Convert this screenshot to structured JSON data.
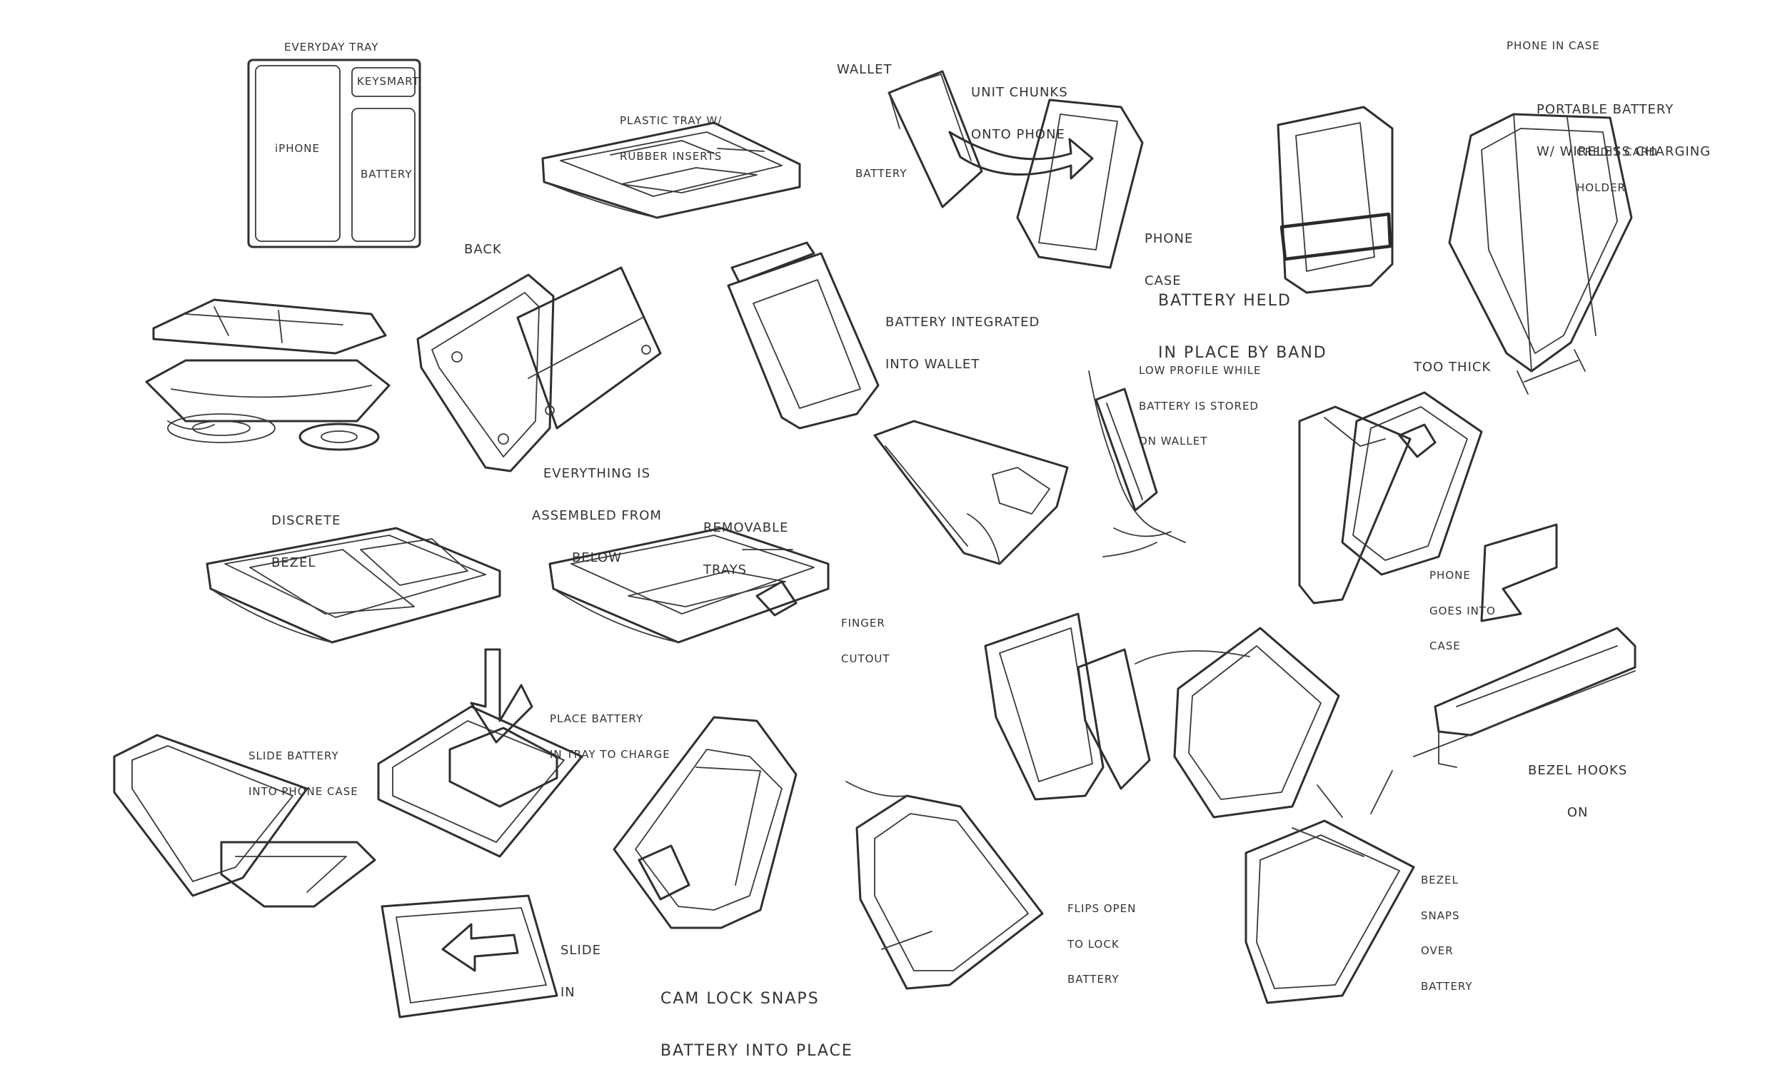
{
  "labels": {
    "everyday_tray": "EVERYDAY TRAY",
    "keysmart": "KEYSMART",
    "iphone": "iPHONE",
    "battery_slot": "BATTERY",
    "plastic_tray_1": "PLASTIC TRAY W/",
    "plastic_tray_2": "RUBBER INSERTS",
    "wallet": "WALLET",
    "unit_chunks_1": "UNIT CHUNKS",
    "unit_chunks_2": "ONTO PHONE",
    "battery_side": "BATTERY",
    "phone_case_1": "PHONE",
    "phone_case_2": "CASE",
    "band_1": "BATTERY HELD",
    "band_2": "IN PLACE BY BAND",
    "phone_in_case": "PHONE IN CASE",
    "portable_1": "PORTABLE BATTERY",
    "portable_2": "W/ WIRELESS CHARGING",
    "credit_1": "CREDIT CARD",
    "credit_2": "HOLDER",
    "too_thick": "TOO THICK",
    "back": "BACK",
    "assembled_1": "EVERYTHING IS",
    "assembled_2": "ASSEMBLED FROM",
    "assembled_3": "BELOW",
    "integrated_1": "BATTERY INTEGRATED",
    "integrated_2": "INTO WALLET",
    "low_1": "LOW PROFILE WHILE",
    "low_2": "BATTERY IS STORED",
    "low_3": "ON WALLET",
    "discrete_1": "DISCRETE",
    "discrete_2": "BEZEL",
    "removable_1": "REMOVABLE",
    "removable_2": "TRAYS",
    "finger_1": "FINGER",
    "finger_2": "CUTOUT",
    "goes_1": "PHONE",
    "goes_2": "GOES INTO",
    "goes_3": "CASE",
    "slide_batt_1": "SLIDE BATTERY",
    "slide_batt_2": "INTO PHONE CASE",
    "place_1": "PLACE BATTERY",
    "place_2": "IN TRAY TO CHARGE",
    "slide_in_1": "SLIDE",
    "slide_in_2": "IN",
    "cam_1": "CAM LOCK SNAPS",
    "cam_2": "BATTERY INTO PLACE",
    "flips_1": "FLIPS OPEN",
    "flips_2": "TO LOCK",
    "flips_3": "BATTERY",
    "bezel_hooks_1": "BEZEL HOOKS",
    "bezel_hooks_2": "ON",
    "snaps_1": "BEZEL",
    "snaps_2": "SNAPS",
    "snaps_3": "OVER",
    "snaps_4": "BATTERY"
  }
}
